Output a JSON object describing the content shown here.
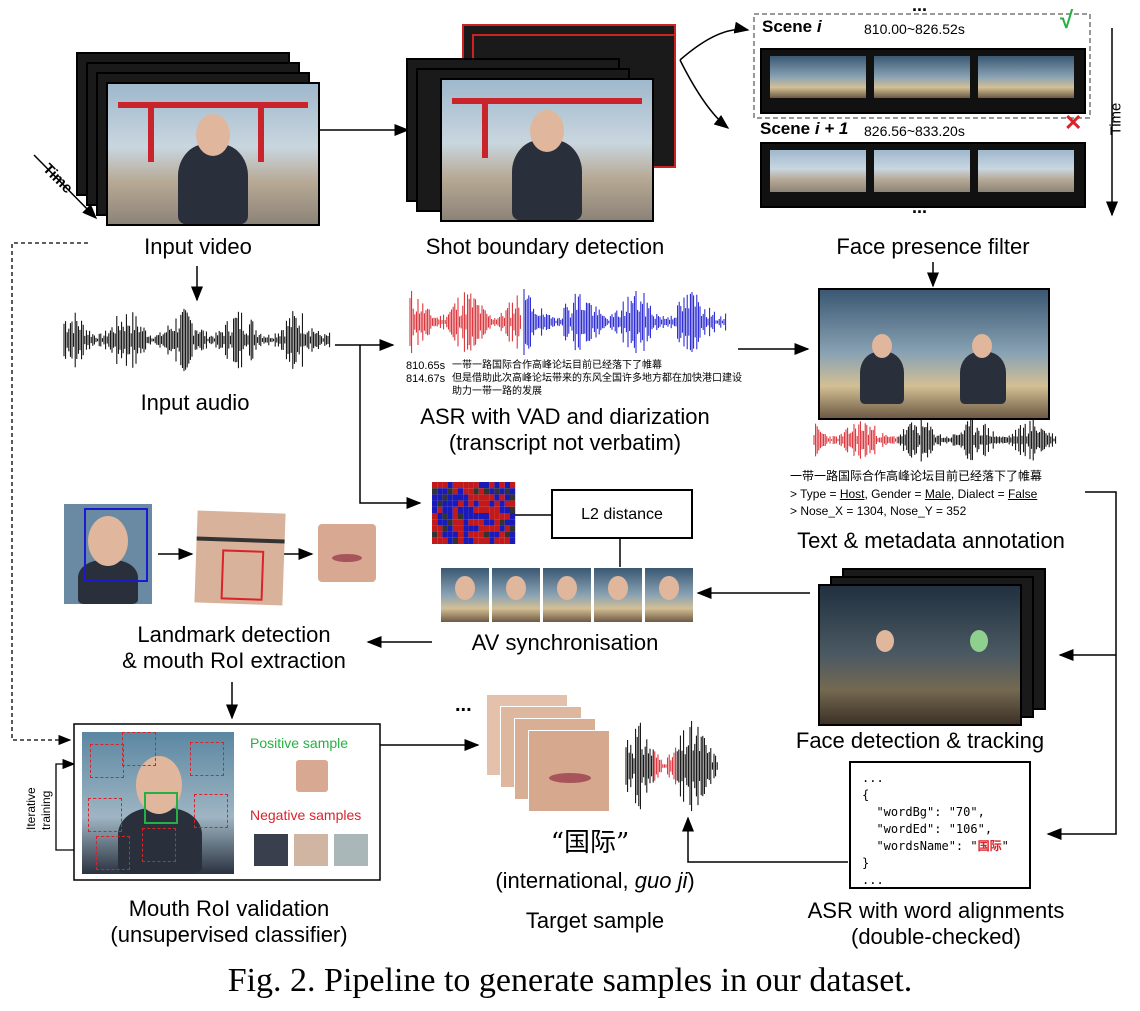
{
  "labels": {
    "input_video": "Input video",
    "time_axis": "Time",
    "shot_boundary": "Shot boundary detection",
    "face_presence": "Face presence filter",
    "input_audio": "Input audio",
    "asr_vad_1": "ASR with VAD and diarization",
    "asr_vad_2": "(transcript not verbatim)",
    "text_meta": "Text & metadata annotation",
    "l2": "L2 distance",
    "landmark_1": "Landmark detection",
    "landmark_2": "& mouth RoI extraction",
    "av_sync": "AV synchronisation",
    "face_det": "Face detection & tracking",
    "mouth_val_1": "Mouth RoI validation",
    "mouth_val_2": "(unsupervised classifier)",
    "target_word": "“国际”",
    "target_meaning": "(international, ",
    "target_pinyin": "guo ji",
    "target_close": ")",
    "target_sample": "Target sample",
    "asr_word_1": "ASR with word alignments",
    "asr_word_2": "(double-checked)",
    "iterative": "Iterative training",
    "positive": "Positive sample",
    "negative": "Negative samples",
    "ellipsis": "...",
    "caption": "Fig. 2.   Pipeline to generate samples in our dataset."
  },
  "scenes": [
    {
      "name": "Scene ",
      "var": "i",
      "range": "810.00~826.52s",
      "status": "√"
    },
    {
      "name": "Scene ",
      "var": "i + 1",
      "range": "826.56~833.20s",
      "status": "✕"
    }
  ],
  "transcript": {
    "line1_time": "810.65s",
    "line1_text": "一带一路国际合作高峰论坛目前已经落下了帷幕",
    "line2_time": "814.67s",
    "line2_text": "但是借助此次高峰论坛带来的东风全国许多地方都在加快港口建设",
    "line3_text": "助力一带一路的发展"
  },
  "metadata": {
    "line1": "一带一路国际合作高峰论坛目前已经落下了帷幕",
    "line2_pre": "> Type = ",
    "host": "Host",
    "line2_mid": ", Gender = ",
    "male": "Male",
    "line2_mid2": ", Dialect = ",
    "false": "False",
    "line3": "> Nose_X = 1304, Nose_Y = 352"
  },
  "json_snippet": {
    "l1": "...",
    "l2": "{",
    "l3": "  \"wordBg\": \"70\",",
    "l4": "  \"wordEd\": \"106\",",
    "l5_pre": "  \"wordsName\": \"",
    "l5_word": "国际",
    "l5_post": "\"",
    "l6": "}",
    "l7": "..."
  },
  "colors": {
    "red": "#d9232b",
    "blue": "#1a1ad0",
    "green": "#26b043"
  }
}
